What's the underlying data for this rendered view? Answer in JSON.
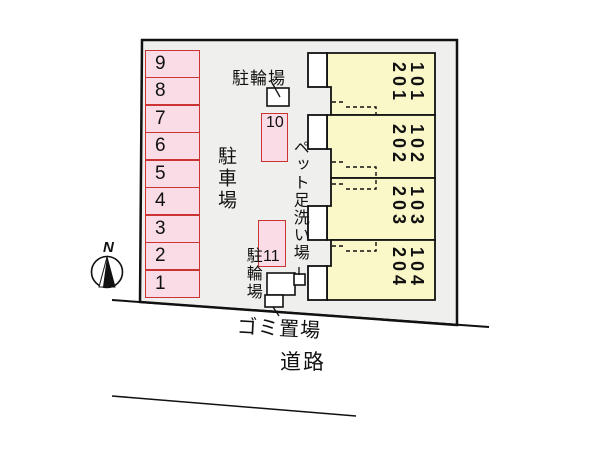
{
  "plan": {
    "compass_north": "N",
    "parking_lot_label": "駐車場",
    "parking_spaces": [
      "9",
      "8",
      "7",
      "6",
      "5",
      "4",
      "3",
      "2",
      "1"
    ],
    "extra_space_10": "10",
    "extra_space_11": "11",
    "bicycle_parking_top": "駐輪場",
    "bicycle_parking_bottom": "駐輪場",
    "pet_foot_wash": "ペット足洗い場",
    "garbage_area": "ゴミ置場",
    "road": "道路",
    "units": [
      {
        "first_floor": "101",
        "second_floor": "201"
      },
      {
        "first_floor": "102",
        "second_floor": "202"
      },
      {
        "first_floor": "103",
        "second_floor": "203"
      },
      {
        "first_floor": "104",
        "second_floor": "204"
      }
    ]
  },
  "colors": {
    "site_fill": "#efefed",
    "parking_fill": "#f9dce6",
    "parking_border": "#cc3434",
    "unit_fill": "#faf7c8",
    "line": "#111111"
  }
}
